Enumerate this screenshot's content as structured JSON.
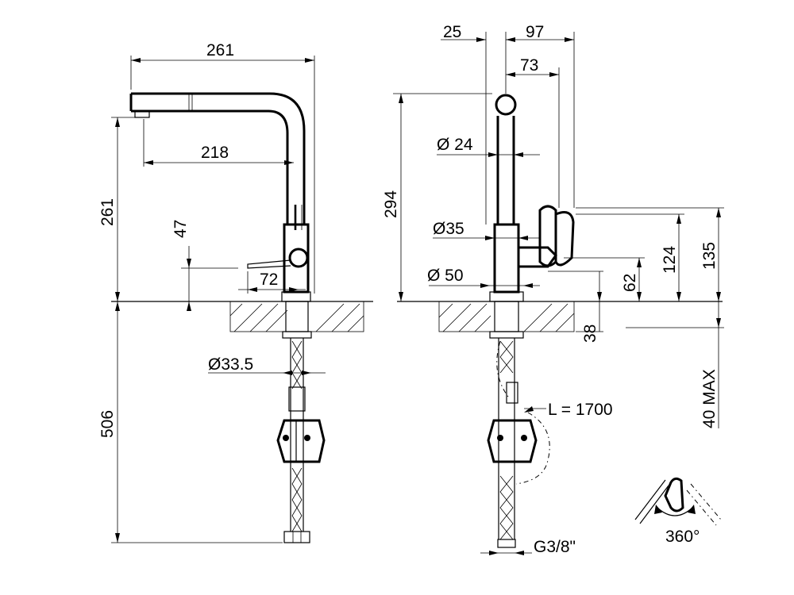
{
  "side_view": {
    "dim_width_total": "261",
    "dim_spout_reach": "218",
    "dim_height": "261",
    "dim_lever_height": "47",
    "dim_lever_offset": "72",
    "dim_hose_diameter": "Ø33.5",
    "dim_below_deck": "506"
  },
  "front_view": {
    "dim_top_left": "25",
    "dim_top_right": "97",
    "dim_73": "73",
    "dim_total_height": "294",
    "dim_spout_diameter": "Ø 24",
    "dim_body_diameter": "Ø35",
    "dim_base_diameter": "Ø 50",
    "dim_lever_low": "62",
    "dim_lever_mid": "124",
    "dim_lever_high": "135",
    "dim_deck": "38",
    "dim_deck_max": "40 MAX",
    "hose_length": "L = 1700",
    "thread": "G3/8\""
  },
  "rotation": {
    "label": "360°"
  }
}
